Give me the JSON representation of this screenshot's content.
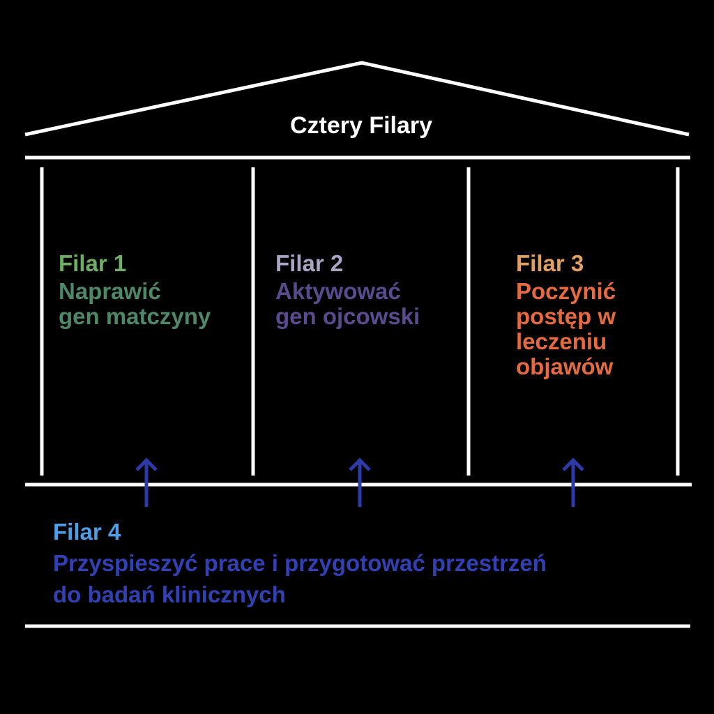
{
  "title": "Cztery Filary",
  "colors": {
    "background": "#000000",
    "structure": "#ffffff",
    "title": "#ffffff",
    "arrows": "#2e3aa8"
  },
  "pillars": [
    {
      "label": "Filar 1",
      "description": "Naprawić\ngen matczyny",
      "label_color": "#6fae64",
      "description_color": "#4f8769"
    },
    {
      "label": "Filar 2",
      "description": "Aktywować\ngen ojcowski",
      "label_color": "#aaa5c4",
      "description_color": "#5a4b8e"
    },
    {
      "label": "Filar 3",
      "description": "Poczynić\npostęp w\nleczeniu\nobjawów",
      "label_color": "#e0a063",
      "description_color": "#e66a40"
    }
  ],
  "foundation": {
    "label": "Filar 4",
    "description": "Przyspieszyć prace i przygotować przestrzeń\ndo badań klinicznych",
    "label_color": "#4f9ee6",
    "description_color": "#3340b4"
  },
  "arrow_icons": [
    "arrow-up-icon",
    "arrow-up-icon",
    "arrow-up-icon"
  ]
}
